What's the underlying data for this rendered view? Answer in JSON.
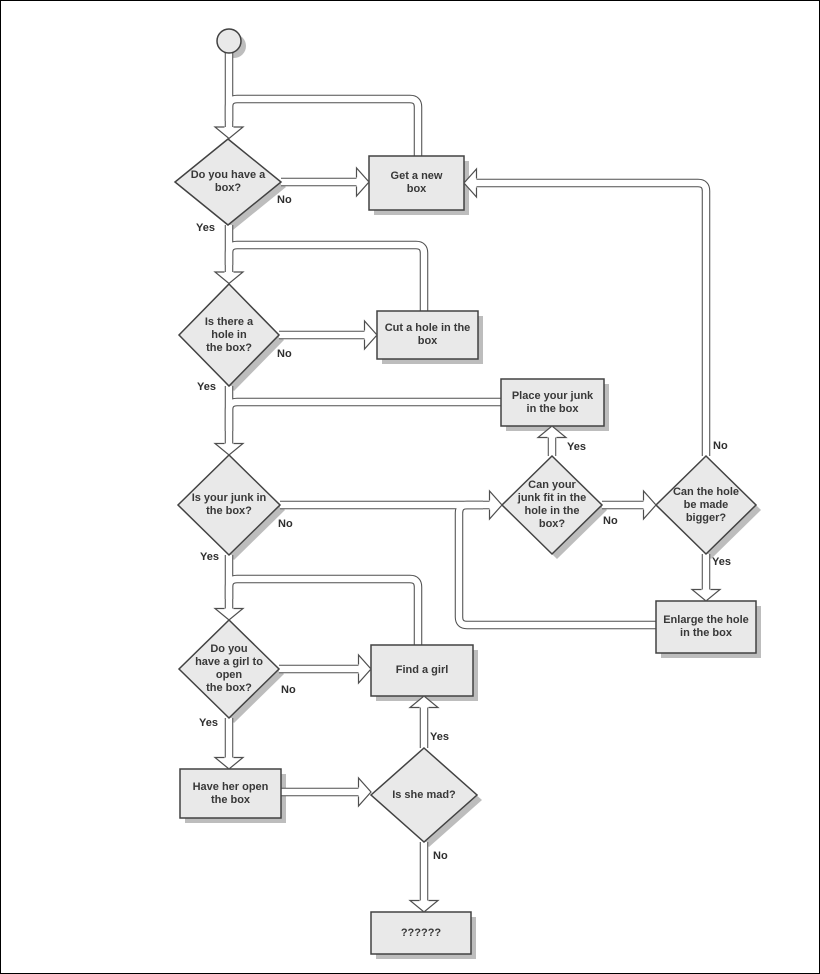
{
  "colors": {
    "canvas_background": "#ffffff",
    "frame_border": "#000000",
    "shape_fill": "#e9e9e9",
    "shape_border": "#424242",
    "shape_shadow": "#bdbdbd",
    "connector": "#4f4f4f",
    "text": "#383838"
  },
  "nodes": {
    "have_box": {
      "label": "Do you have a\nbox?"
    },
    "get_new_box": {
      "label": "Get a new\nbox"
    },
    "hole_in_box": {
      "label": "Is there a\nhole in\nthe box?"
    },
    "cut_hole": {
      "label": "Cut a hole in the\nbox"
    },
    "place_junk": {
      "label": "Place your junk\nin the box"
    },
    "junk_in_box": {
      "label": "Is your junk in\nthe box?"
    },
    "junk_fit": {
      "label": "Can your\njunk fit in the\nhole in the\nbox?"
    },
    "hole_bigger": {
      "label": "Can the hole\nbe made\nbigger?"
    },
    "enlarge_hole": {
      "label": "Enlarge the hole\nin the box"
    },
    "have_girl": {
      "label": "Do you\nhave a girl to\nopen\nthe box?"
    },
    "find_girl": {
      "label": "Find a girl"
    },
    "her_open": {
      "label": "Have her open\nthe box"
    },
    "she_mad": {
      "label": "Is she mad?"
    },
    "unknown": {
      "label": "??????"
    }
  },
  "edge_labels": {
    "have_box_no": "No",
    "have_box_yes": "Yes",
    "hole_no": "No",
    "hole_yes": "Yes",
    "junk_no": "No",
    "junk_yes": "Yes",
    "junk_fit_yes": "Yes",
    "junk_fit_no": "No",
    "hole_bigger_no": "No",
    "hole_bigger_yes": "Yes",
    "girl_no": "No",
    "girl_yes": "Yes",
    "she_mad_yes": "Yes",
    "she_mad_no": "No"
  }
}
